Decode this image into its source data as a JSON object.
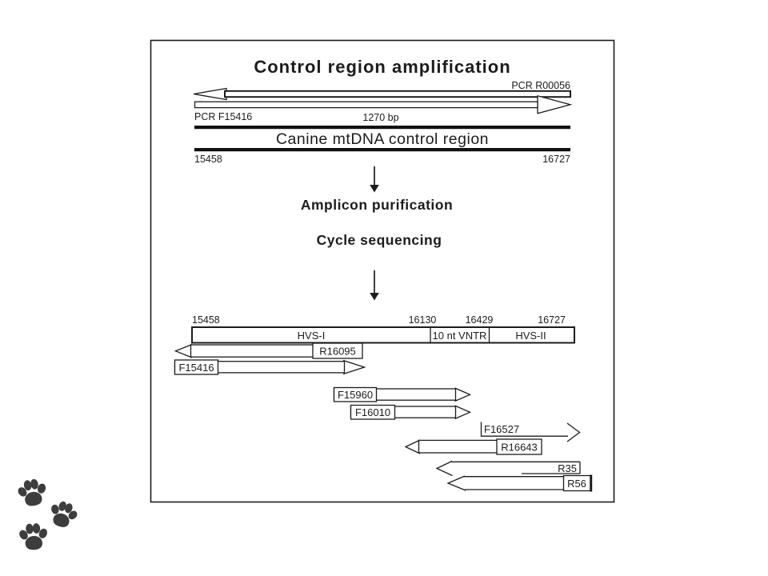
{
  "amplification": {
    "title": "Control region amplification",
    "reverse_primer_label": "PCR R00056",
    "forward_primer_label": "PCR F15416",
    "product_size": "1270 bp",
    "template_name": "Canine mtDNA control region",
    "template_start": "15458",
    "template_end": "16727"
  },
  "workflow": {
    "step_purification": "Amplicon purification",
    "step_sequencing": "Cycle sequencing"
  },
  "region_map": {
    "positions": [
      "15458",
      "16130",
      "16429",
      "16727"
    ],
    "segments": [
      "HVS-I",
      "10 nt VNTR",
      "HVS-II"
    ]
  },
  "sequencing_primers": [
    {
      "label": "R16095",
      "direction": "reverse"
    },
    {
      "label": "F15416",
      "direction": "forward"
    },
    {
      "label": "F15960",
      "direction": "forward"
    },
    {
      "label": "F16010",
      "direction": "forward"
    },
    {
      "label": "F16527",
      "direction": "forward"
    },
    {
      "label": "R16643",
      "direction": "reverse"
    },
    {
      "label": "R35",
      "direction": "reverse"
    },
    {
      "label": "R56",
      "direction": "reverse"
    }
  ],
  "decoration": {
    "paw_color": "#3d3d3d",
    "paw_icon_name": "paw-print"
  }
}
